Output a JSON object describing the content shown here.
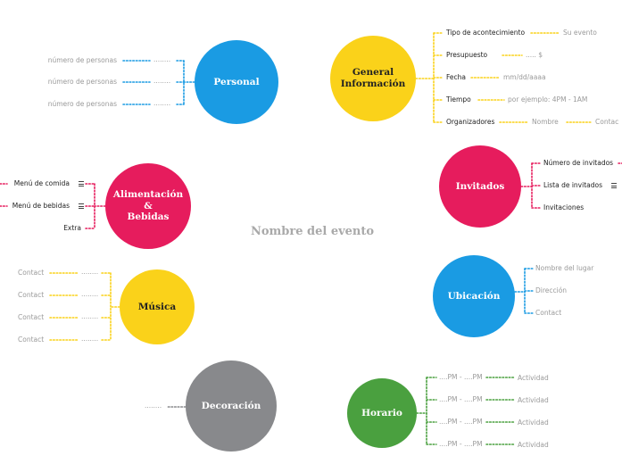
{
  "title": "Nombre del evento",
  "colors": {
    "blue": "#1a9be3",
    "yellow": "#fad21a",
    "pink": "#e61c5d",
    "gray": "#88898c",
    "green": "#4aa03f"
  },
  "personal": {
    "hub": "Personal",
    "items": [
      "número de personas",
      "número de personas",
      "número de personas"
    ],
    "dots": "........"
  },
  "general": {
    "hub_line1": "General",
    "hub_line2": "Información",
    "labels": [
      "Tipo de acontecimiento",
      "Presupuesto",
      "Fecha",
      "Tiempo",
      "Organizadores"
    ],
    "values": [
      "Su evento",
      "..... $",
      "mm/dd/aaaa",
      "por ejemplo: 4PM - 1AM",
      "Nombre"
    ],
    "extra": "Contac"
  },
  "alimentacion": {
    "hub_line1": "Alimentación",
    "hub_line2": "&",
    "hub_line3": "Bebidas",
    "items": [
      "Menú de comida",
      "Menú de bebidas",
      "Extra"
    ]
  },
  "invitados": {
    "hub": "Invitados",
    "items": [
      "Número de invitados",
      "Lista de invitados",
      "Invitaciones"
    ]
  },
  "musica": {
    "hub": "Música",
    "items": [
      "Contact",
      "Contact",
      "Contact",
      "Contact"
    ],
    "dots": "........"
  },
  "ubicacion": {
    "hub": "Ubicación",
    "items": [
      "Nombre del lugar",
      "Dirección",
      "Contact"
    ]
  },
  "decoracion": {
    "hub": "Decoración",
    "dots": "........"
  },
  "horario": {
    "hub": "Horario",
    "times": [
      "....PM - ....PM",
      "....PM - ....PM",
      "....PM - ....PM",
      "....PM - ....PM"
    ],
    "activities": [
      "Actividad",
      "Actividad",
      "Actividad",
      "Actividad"
    ]
  }
}
